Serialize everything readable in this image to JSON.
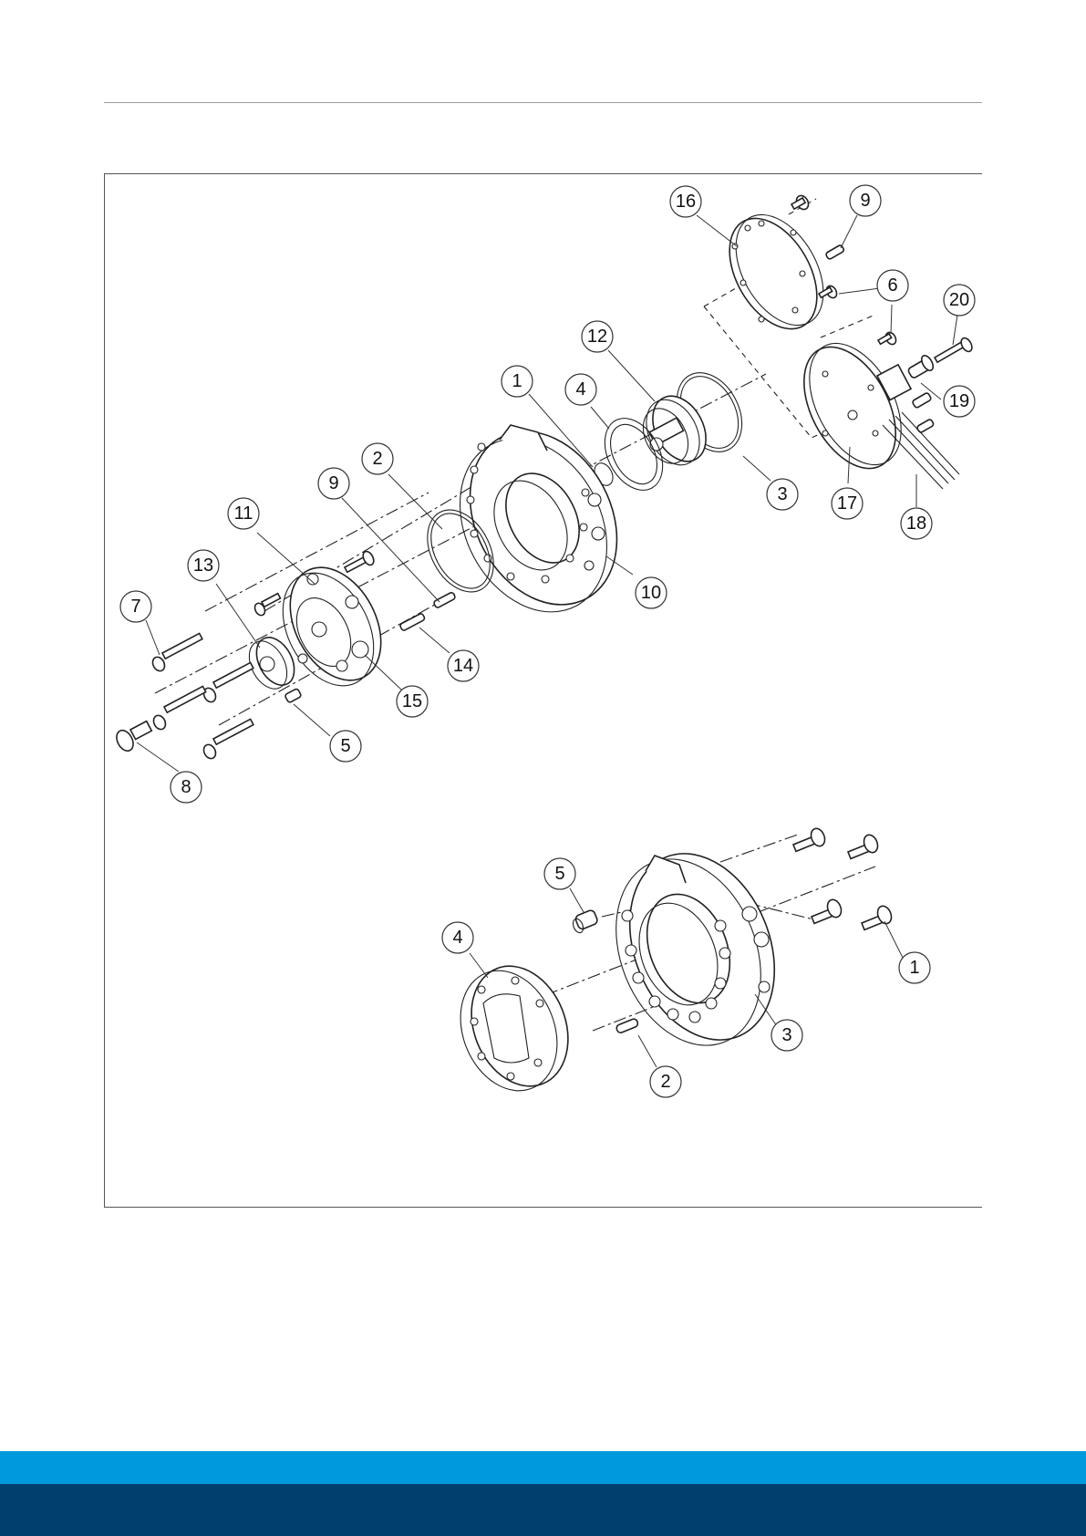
{
  "colors": {
    "accent_light": "#0099dd",
    "accent_dark": "#003f6e",
    "line": "#222222"
  },
  "upper_assembly": {
    "callouts": [
      "16",
      "9",
      "6",
      "20",
      "12",
      "1",
      "4",
      "19",
      "2",
      "3",
      "17",
      "9",
      "18",
      "11",
      "10",
      "13",
      "7",
      "14",
      "15",
      "5",
      "8"
    ]
  },
  "lower_assembly": {
    "callouts": [
      "5",
      "4",
      "1",
      "3",
      "2"
    ]
  }
}
